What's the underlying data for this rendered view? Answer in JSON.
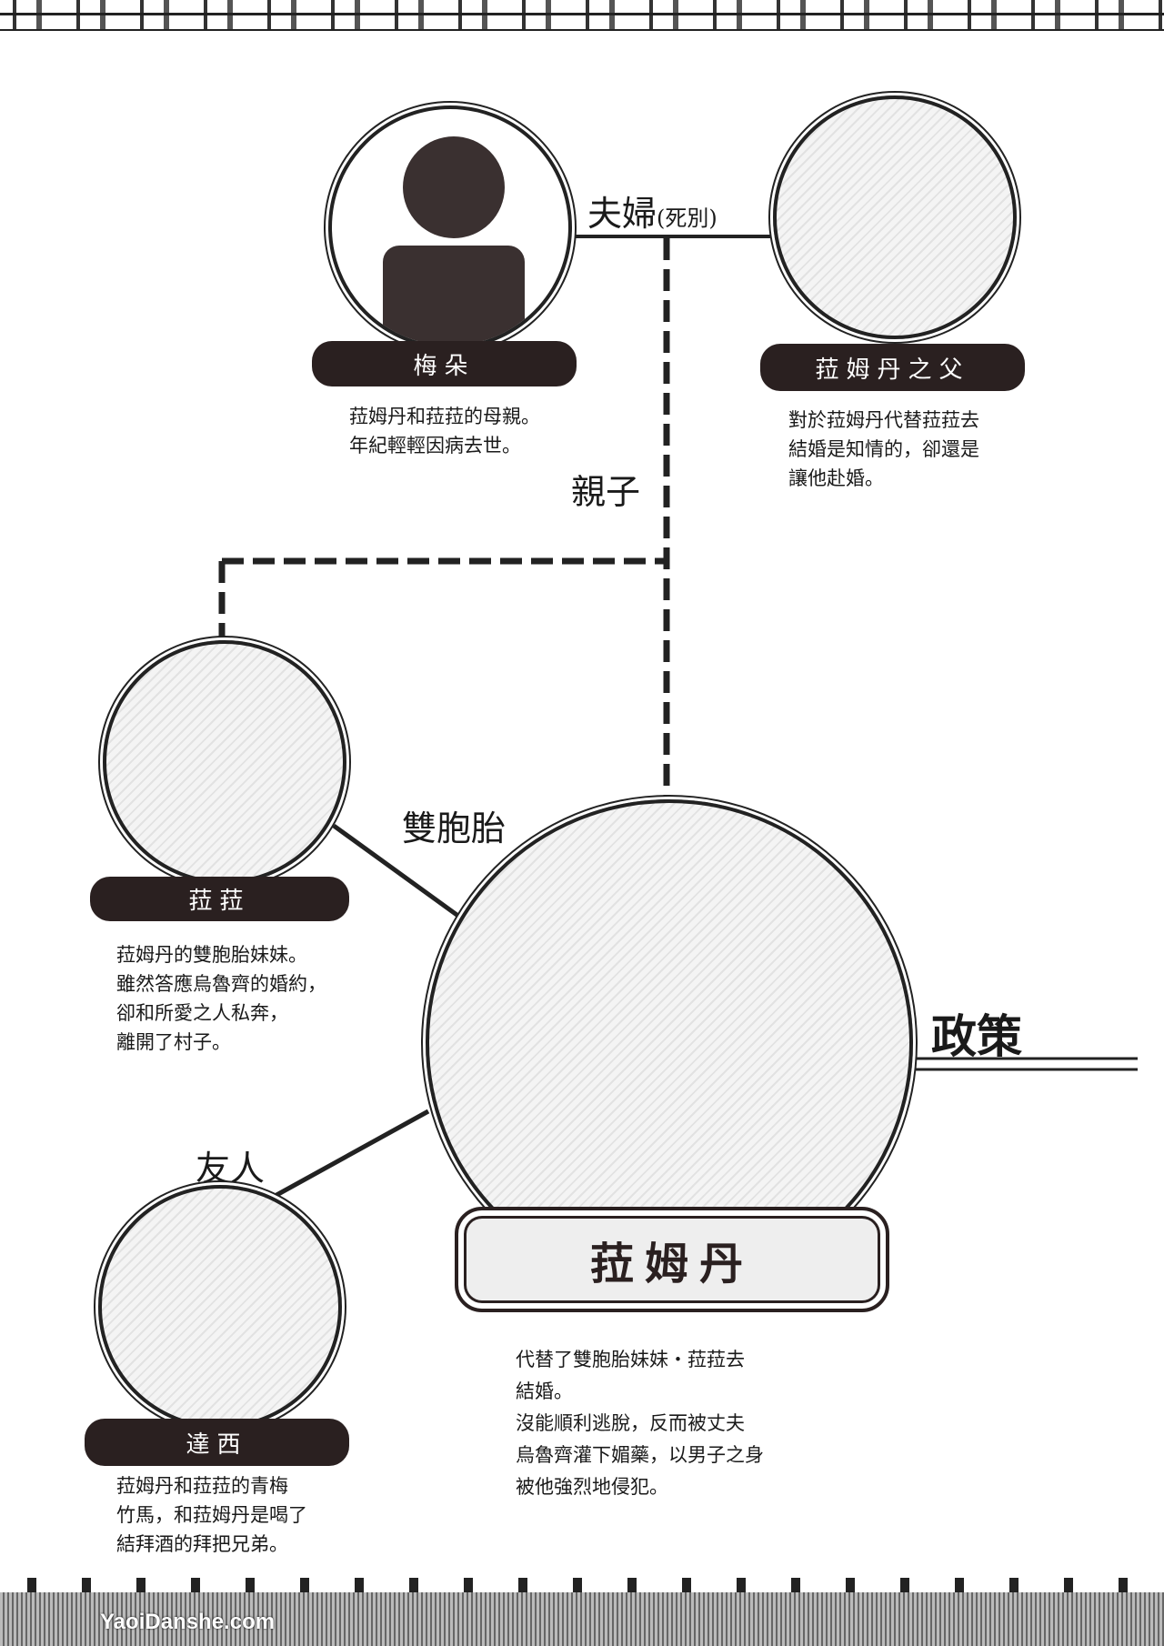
{
  "watermark": "YaoiDanshe.com",
  "relations": {
    "couple": "夫婦",
    "couple_note": "(死別)",
    "parent_child": "親子",
    "twins": "雙胞胎",
    "policy": "政策",
    "friend": "友人"
  },
  "characters": {
    "mother": {
      "name": "梅朵",
      "desc": "菈姆丹和菈菈的母親。\n年紀輕輕因病去世。"
    },
    "father": {
      "name": "菈姆丹之父",
      "desc": "對於菈姆丹代替菈菈去\n結婚是知情的，卻還是\n讓他赴婚。"
    },
    "lala": {
      "name": "菈菈",
      "desc": "菈姆丹的雙胞胎妹妹。\n雖然答應烏魯齊的婚約，\n卻和所愛之人私奔，\n離開了村子。"
    },
    "daxi": {
      "name": "達西",
      "desc": "菈姆丹和菈菈的青梅\n竹馬，和菈姆丹是喝了\n結拜酒的拜把兄弟。"
    },
    "lamdan": {
      "name": "菈姆丹",
      "desc": "代替了雙胞胎妹妹・菈菈去\n結婚。\n沒能順利逃脫，反而被丈夫\n烏魯齊灌下媚藥，以男子之身\n被他強烈地侵犯。"
    }
  }
}
